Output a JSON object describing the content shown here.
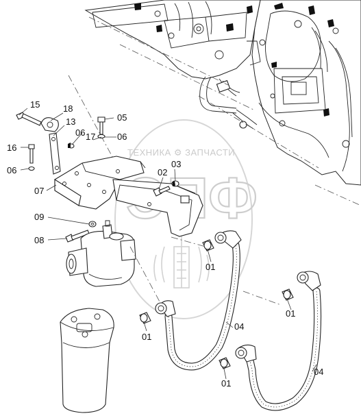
{
  "callouts": {
    "c15": "15",
    "c18": "18",
    "c13": "13",
    "c05": "05",
    "c06a": "06",
    "c17": "17",
    "c06b": "06",
    "c16": "16",
    "c06c": "06",
    "c07": "07",
    "c02": "02",
    "c03": "03",
    "c09": "09",
    "c08": "08",
    "c01a": "01",
    "c01b": "01",
    "c01c": "01",
    "c01d": "01",
    "c04a": "04",
    "c04b": "04"
  },
  "watermark": {
    "brand_text": "ТЕХНИКА ⚙ ЗАПЧАСТИ",
    "big_letters": "ЭПФ"
  },
  "colors": {
    "line": "#222222",
    "watermark": "#bdbdbd",
    "background": "#ffffff"
  }
}
